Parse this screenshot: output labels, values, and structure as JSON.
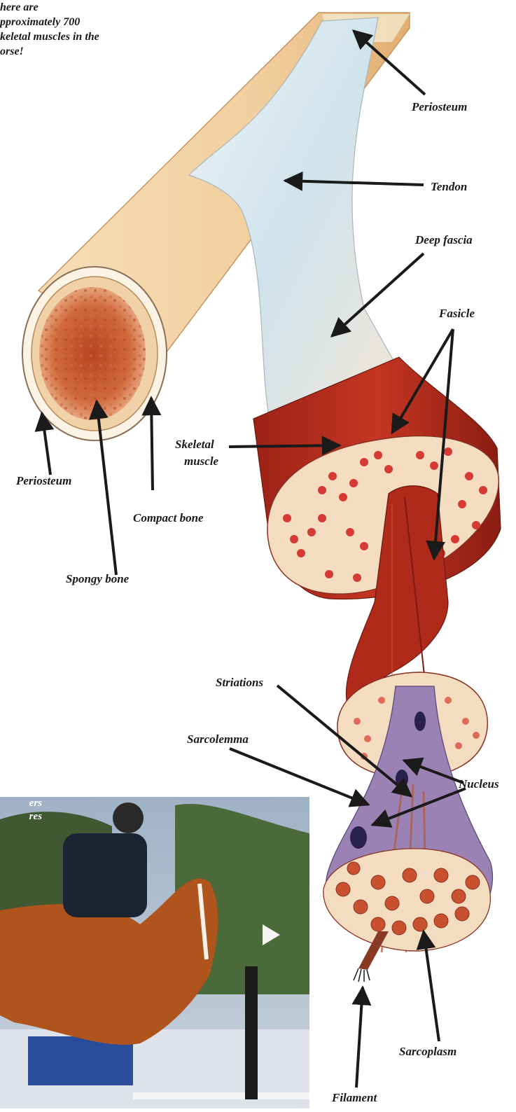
{
  "intro_text": [
    "here are",
    "pproximately 700",
    "keletal muscles in the",
    "orse!"
  ],
  "photo_caption": [
    "ers",
    "res"
  ],
  "labels": {
    "periosteum_top": "Periosteum",
    "tendon": "Tendon",
    "deep_fascia": "Deep fascia",
    "fasicle": "Fasicle",
    "skeletal_muscle_line1": "Skeletal",
    "skeletal_muscle_line2": "muscle",
    "periosteum_bottom": "Periosteum",
    "compact_bone": "Compact bone",
    "spongy_bone": "Spongy bone",
    "striations": "Striations",
    "sarcolemma": "Sarcolemma",
    "nucleus": "Nucleus",
    "sarcoplasm": "Sarcoplasm",
    "filament": "Filament"
  },
  "colors": {
    "bone": "#f3d2a3",
    "bone_shadow": "#d9a46a",
    "spongy": "#c8562a",
    "tendon": "#d6e6ee",
    "muscle": "#b82a1c",
    "muscle_dark": "#7e1a12",
    "fiber_pale": "#f5dcc0",
    "fasicle_dot": "#d83a3a",
    "sarcolemma": "#8a6fa8",
    "nucleus": "#2a2050",
    "arrow": "#1a1a1a"
  }
}
